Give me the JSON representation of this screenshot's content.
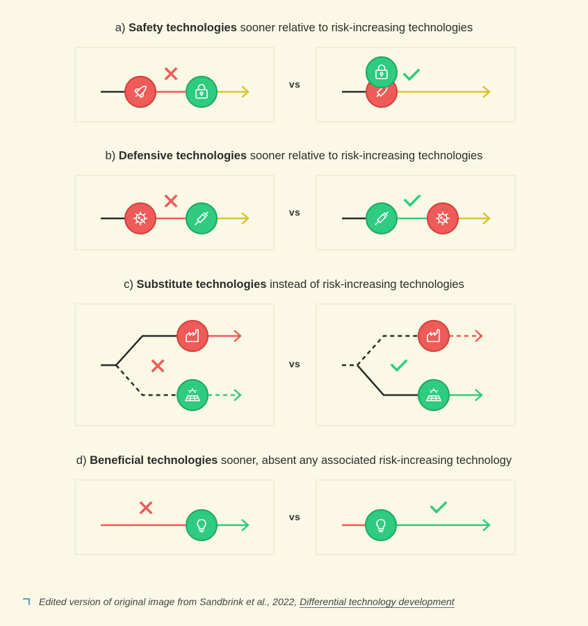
{
  "colors": {
    "background": "#fbf9e6",
    "panel_border": "#f1eed8",
    "red": "#ef5b58",
    "red_stroke": "#d4403d",
    "green": "#2fcb7f",
    "green_stroke": "#1fa866",
    "yellow": "#d9c52c",
    "line_dark": "#2b2b2b",
    "link_accent": "#4a90d9"
  },
  "sections": [
    {
      "label": "a)",
      "bold": "Safety technologies",
      "rest": "sooner relative to risk-increasing technologies"
    },
    {
      "label": "b)",
      "bold": "Defensive technologies",
      "rest": "sooner relative to risk-increasing technologies"
    },
    {
      "label": "c)",
      "bold": "Substitute technologies",
      "rest": "instead of risk-increasing technologies"
    },
    {
      "label": "d)",
      "bold": "Beneficial technologies",
      "rest": "sooner, absent any associated risk-increasing technology"
    }
  ],
  "vs_label": "vs",
  "icons": {
    "rocket": "rocket-icon",
    "lock": "lock-icon",
    "virus": "virus-icon",
    "syringe": "syringe-icon",
    "factory": "factory-icon",
    "solar": "solar-panel-icon",
    "bulb": "lightbulb-icon",
    "cross": "cross-mark-icon",
    "check": "check-mark-icon"
  },
  "caption": {
    "text": "Edited version of original image from Sandbrink et al., 2022,",
    "link": "Differential technology development"
  }
}
